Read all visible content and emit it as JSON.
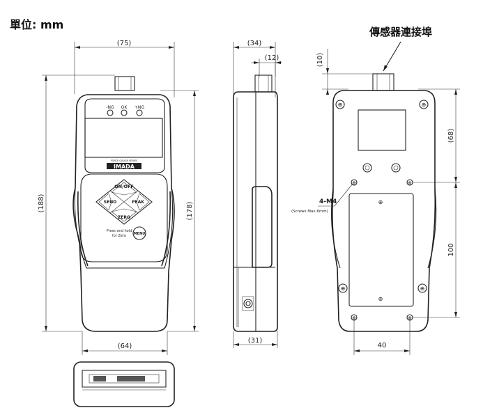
{
  "unit_label": "單位: mm",
  "sensor_label": "傳感器連接埠",
  "front_view": {
    "width_top": "(75)",
    "width_bottom": "(64)",
    "height_total": "(188)",
    "height_body": "(178)",
    "indicators": [
      "-NG",
      "OK",
      "+NG"
    ],
    "brand_small": "FORCE GAUGE SERIES",
    "brand": "IMADA",
    "buttons": {
      "on_off": "ON/OFF",
      "send": "SEND",
      "peak": "PEAK",
      "zero": "ZERO",
      "menu": "MENU"
    },
    "hint_line1": "Press and hold",
    "hint_line2": "for Zero"
  },
  "side_view": {
    "depth_top": "(34)",
    "connector": "(12)",
    "depth_bottom": "(31)"
  },
  "back_view": {
    "top_offset": "(10)",
    "hole_spacing_v1": "(68)",
    "hole_spacing_v2": "100",
    "hole_spacing_h": "40",
    "screw_label": "4-M4",
    "screw_note": "(Screws Max.6mm)"
  }
}
